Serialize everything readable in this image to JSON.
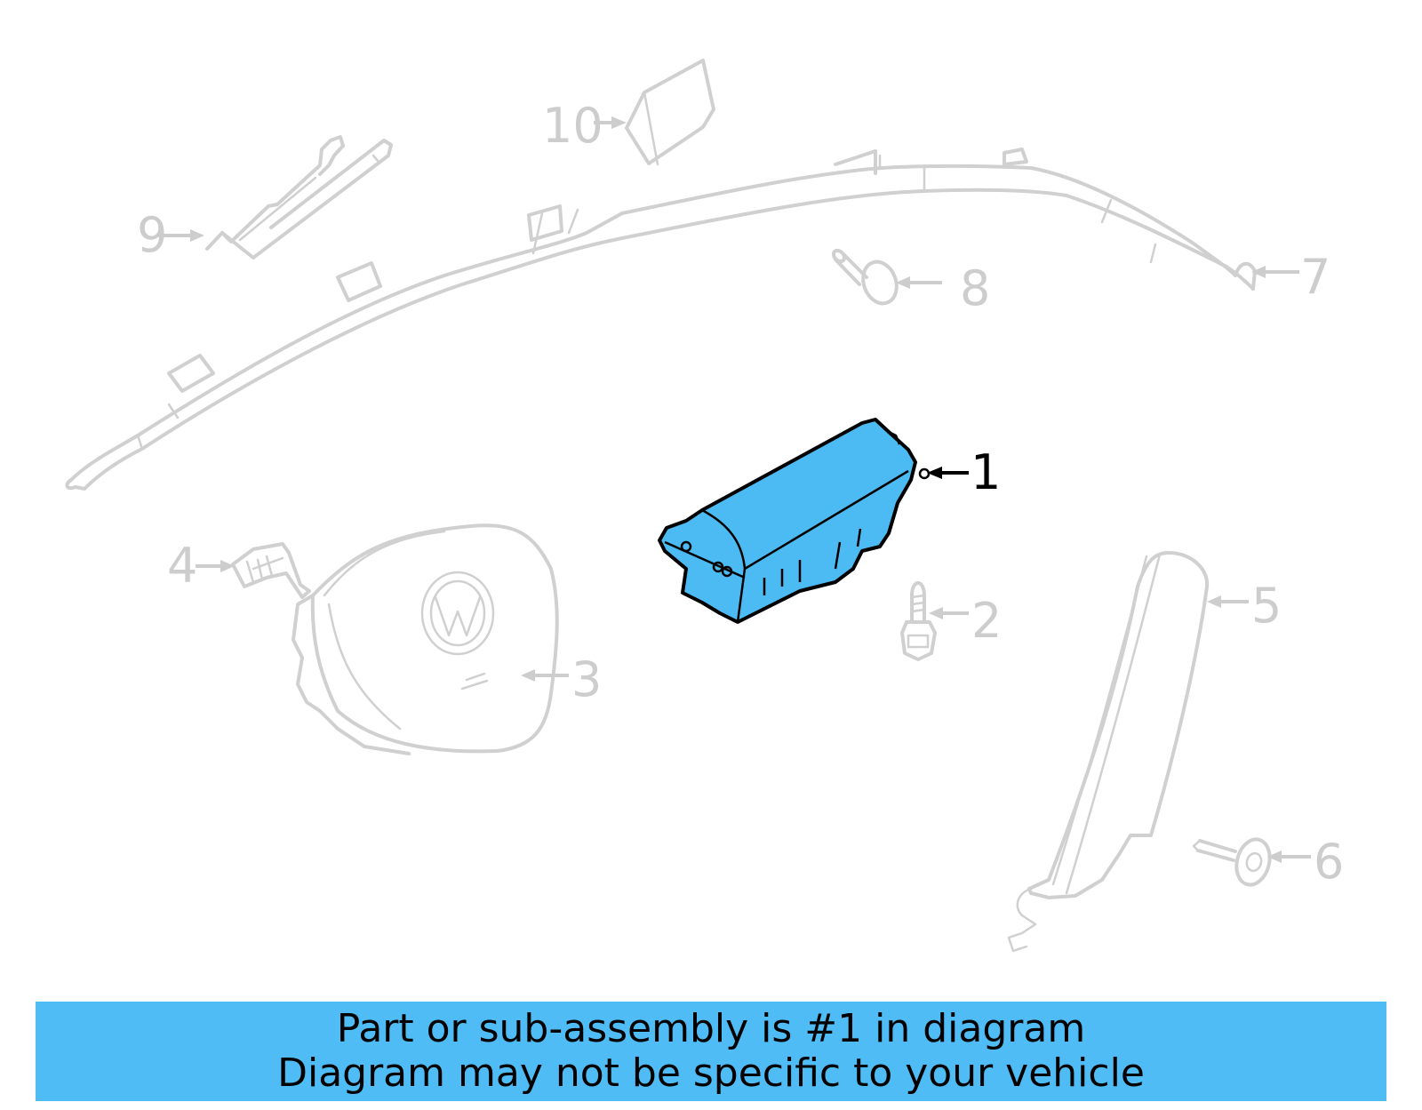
{
  "diagram": {
    "title": "Airbag components parts diagram",
    "highlight_color": "#4dbbf3",
    "inactive_color": "#cdcdcd",
    "callouts": [
      {
        "id": "1",
        "label": "1",
        "highlighted": true,
        "part": "passenger-airbag-module"
      },
      {
        "id": "2",
        "label": "2",
        "highlighted": false,
        "part": "bolt"
      },
      {
        "id": "3",
        "label": "3",
        "highlighted": false,
        "part": "steering-wheel-airbag"
      },
      {
        "id": "4",
        "label": "4",
        "highlighted": false,
        "part": "connector"
      },
      {
        "id": "5",
        "label": "5",
        "highlighted": false,
        "part": "side-airbag"
      },
      {
        "id": "6",
        "label": "6",
        "highlighted": false,
        "part": "screw"
      },
      {
        "id": "7",
        "label": "7",
        "highlighted": false,
        "part": "curtain-airbag"
      },
      {
        "id": "8",
        "label": "8",
        "highlighted": false,
        "part": "clip"
      },
      {
        "id": "9",
        "label": "9",
        "highlighted": false,
        "part": "bracket"
      },
      {
        "id": "10",
        "label": "10",
        "highlighted": false,
        "part": "label"
      }
    ]
  },
  "banner": {
    "line1": "Part or sub-assembly is #1 in diagram",
    "line2": "Diagram may not be specific to your vehicle",
    "background": "#4fbcf5"
  }
}
